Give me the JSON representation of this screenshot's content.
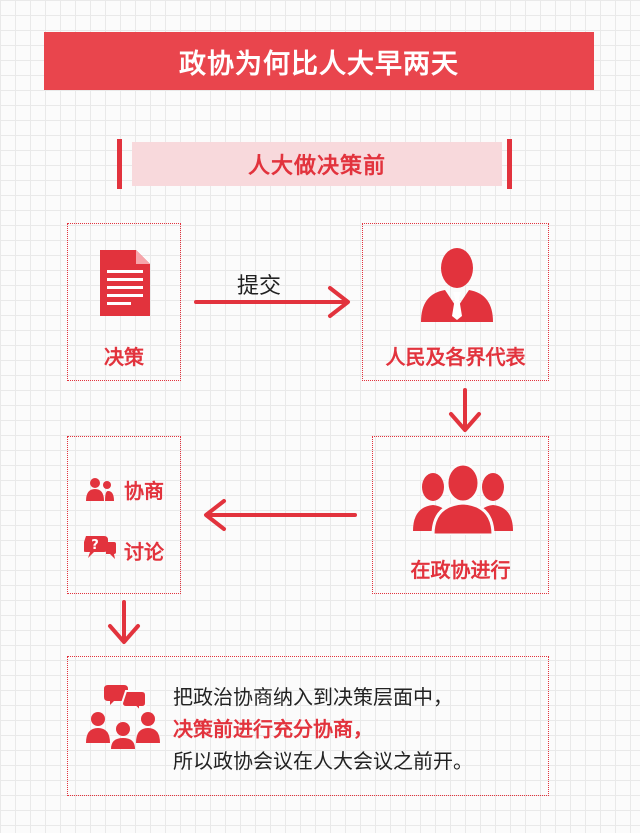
{
  "title": "政协为何比人大早两天",
  "subtitle": "人大做决策前",
  "nodes": {
    "decision": "决策",
    "representatives": "人民及各界代表",
    "cppcc": "在政协进行",
    "consult": "协商",
    "discuss": "讨论"
  },
  "arrow_label": "提交",
  "summary": {
    "line1": "把政治协商纳入到决策层面中，",
    "line2": "决策前进行充分协商，",
    "line3": "所以政协会议在人大会议之前开。"
  },
  "colors": {
    "accent": "#e2333d",
    "banner": "#e9454d",
    "subtitle_bg": "#f8d9dc"
  },
  "icons": [
    "document-icon",
    "person-icon",
    "group-icon",
    "people-icon",
    "question-bubble-icon",
    "chat-people-icon"
  ]
}
